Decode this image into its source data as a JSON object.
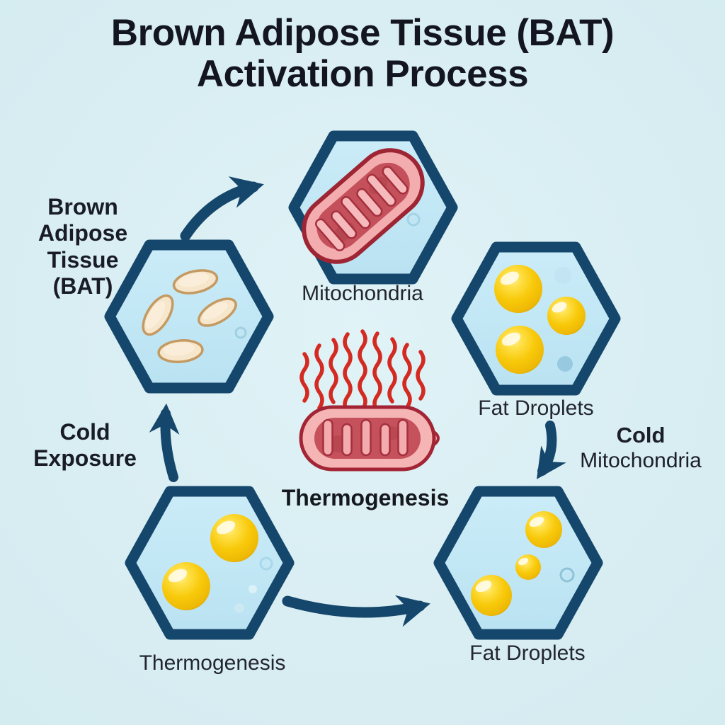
{
  "title": {
    "line1": "Brown Adipose Tissue (BAT)",
    "line2": "Activation Process"
  },
  "labels": {
    "bat": [
      "Brown",
      "Adipose",
      "Tissue",
      "(BAT)"
    ],
    "mitochondria_top": "Mitochondria",
    "fat_droplets_right": "Fat Droplets",
    "cold_mitochondria": [
      "Cold",
      "Mitochondria"
    ],
    "thermogenesis_center": "Thermogenesis",
    "cold_exposure": [
      "Cold",
      "Exposure"
    ],
    "thermogenesis_bottom": "Thermogenesis",
    "fat_droplets_bottom": "Fat Droplets"
  },
  "icons": {
    "hexagon_cells": [
      "bat-cell-hexagon",
      "mitochondria-hexagon",
      "fat-droplets-hexagon-right",
      "thermogenesis-hexagon",
      "fat-droplets-hexagon-bottom"
    ],
    "illustrations": [
      "mitochondria-icon",
      "heated-mitochondria-icon",
      "heat-waves-icon",
      "fat-droplet-icon",
      "adipocyte-oval-icon",
      "bubble-icon"
    ],
    "arrows": [
      "curved-arrow-bat-to-mitochondria",
      "arrow-up-cold-exposure",
      "arrow-down-cold-mitochondria",
      "curved-arrow-thermogenesis-to-fat"
    ]
  },
  "colors": {
    "background": "#d9eef2",
    "outline_navy": "#15466b",
    "hexagon_fill": "#c2e7f5",
    "title_text": "#14161f",
    "label_text": "#23262e",
    "fat_droplet_yellow": "#f8c90a",
    "adipocyte_beige": "#f6e6cb",
    "mitochondria_dark_red": "#a32535",
    "mitochondria_pink": "#f3adae",
    "heat_wave_red": "#d32a22"
  }
}
